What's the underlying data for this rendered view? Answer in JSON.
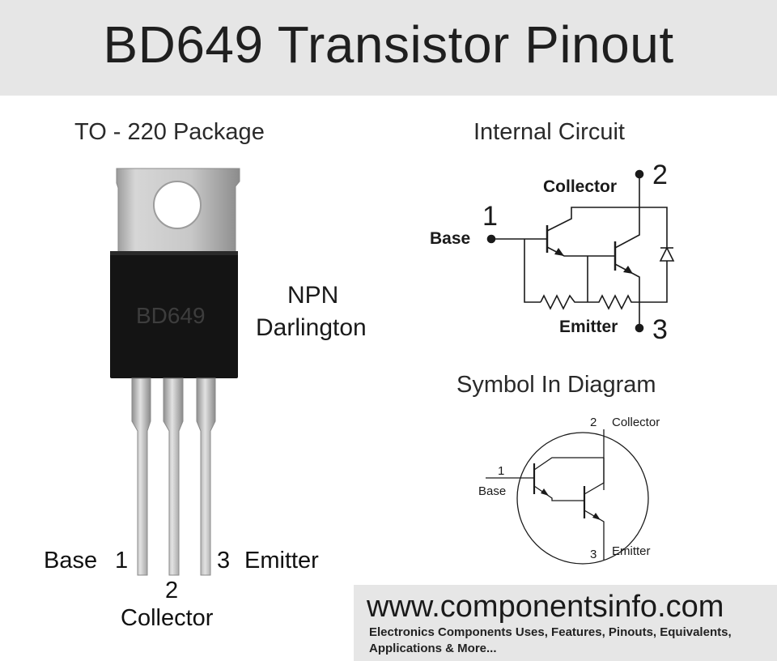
{
  "title": "BD649 Transistor Pinout",
  "package": {
    "heading": "TO - 220 Package",
    "chip_marking": "BD649",
    "type_line1": "NPN",
    "type_line2": "Darlington",
    "pins": {
      "base_name": "Base",
      "base_num": "1",
      "collector_num": "2",
      "collector_name": "Collector",
      "emitter_num": "3",
      "emitter_name": "Emitter"
    }
  },
  "internal_circuit": {
    "heading": "Internal Circuit",
    "collector_label": "Collector",
    "collector_num": "2",
    "base_label": "Base",
    "base_num": "1",
    "emitter_label": "Emitter",
    "emitter_num": "3"
  },
  "symbol": {
    "heading": "Symbol In Diagram",
    "collector_num": "2",
    "collector_label": "Collector",
    "base_num": "1",
    "base_label": "Base",
    "emitter_num": "3",
    "emitter_label": "Emitter"
  },
  "footer": {
    "site": "www.componentsinfo.com",
    "tagline1": "Electronics Components Uses, Features, Pinouts, Equivalents,",
    "tagline2": "Applications & More..."
  },
  "colors": {
    "header_bg": "#e6e6e6",
    "chip_body": "#141414",
    "metal_tab": "#c9c9c9",
    "leads": "#b9b9b9"
  }
}
